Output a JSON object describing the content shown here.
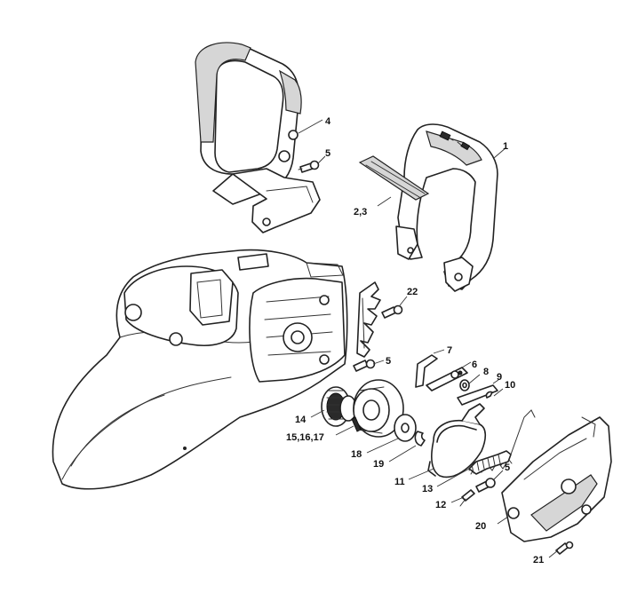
{
  "callouts": [
    {
      "id": "c1",
      "label": "1"
    },
    {
      "id": "c23",
      "label": "2,3"
    },
    {
      "id": "c4",
      "label": "4"
    },
    {
      "id": "c5a",
      "label": "5"
    },
    {
      "id": "c22",
      "label": "22"
    },
    {
      "id": "c5b",
      "label": "5"
    },
    {
      "id": "c7",
      "label": "7"
    },
    {
      "id": "c6",
      "label": "6"
    },
    {
      "id": "c8",
      "label": "8"
    },
    {
      "id": "c9",
      "label": "9"
    },
    {
      "id": "c10",
      "label": "10"
    },
    {
      "id": "c14",
      "label": "14"
    },
    {
      "id": "c151617",
      "label": "15,16,17"
    },
    {
      "id": "c18",
      "label": "18"
    },
    {
      "id": "c19",
      "label": "19"
    },
    {
      "id": "c11",
      "label": "11"
    },
    {
      "id": "c13",
      "label": "13"
    },
    {
      "id": "c5c",
      "label": "5"
    },
    {
      "id": "c12",
      "label": "12"
    },
    {
      "id": "c20",
      "label": "20"
    },
    {
      "id": "c21",
      "label": "21"
    }
  ]
}
